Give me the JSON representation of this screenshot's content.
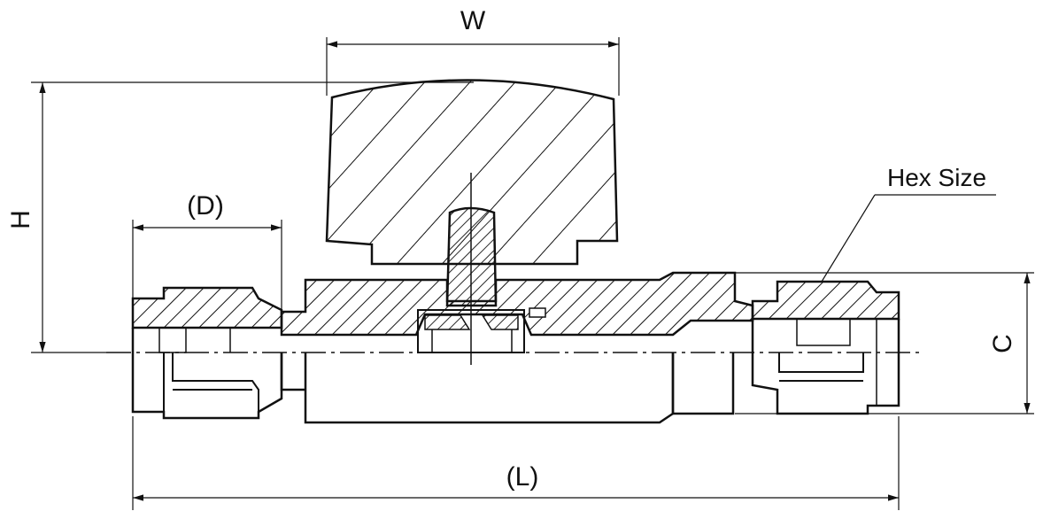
{
  "labels": {
    "width": "W",
    "height": "H",
    "diameter": "(D)",
    "hex_size": "Hex Size",
    "center": "C",
    "length": "(L)"
  },
  "colors": {
    "line": "#111111",
    "background": "#ffffff"
  }
}
